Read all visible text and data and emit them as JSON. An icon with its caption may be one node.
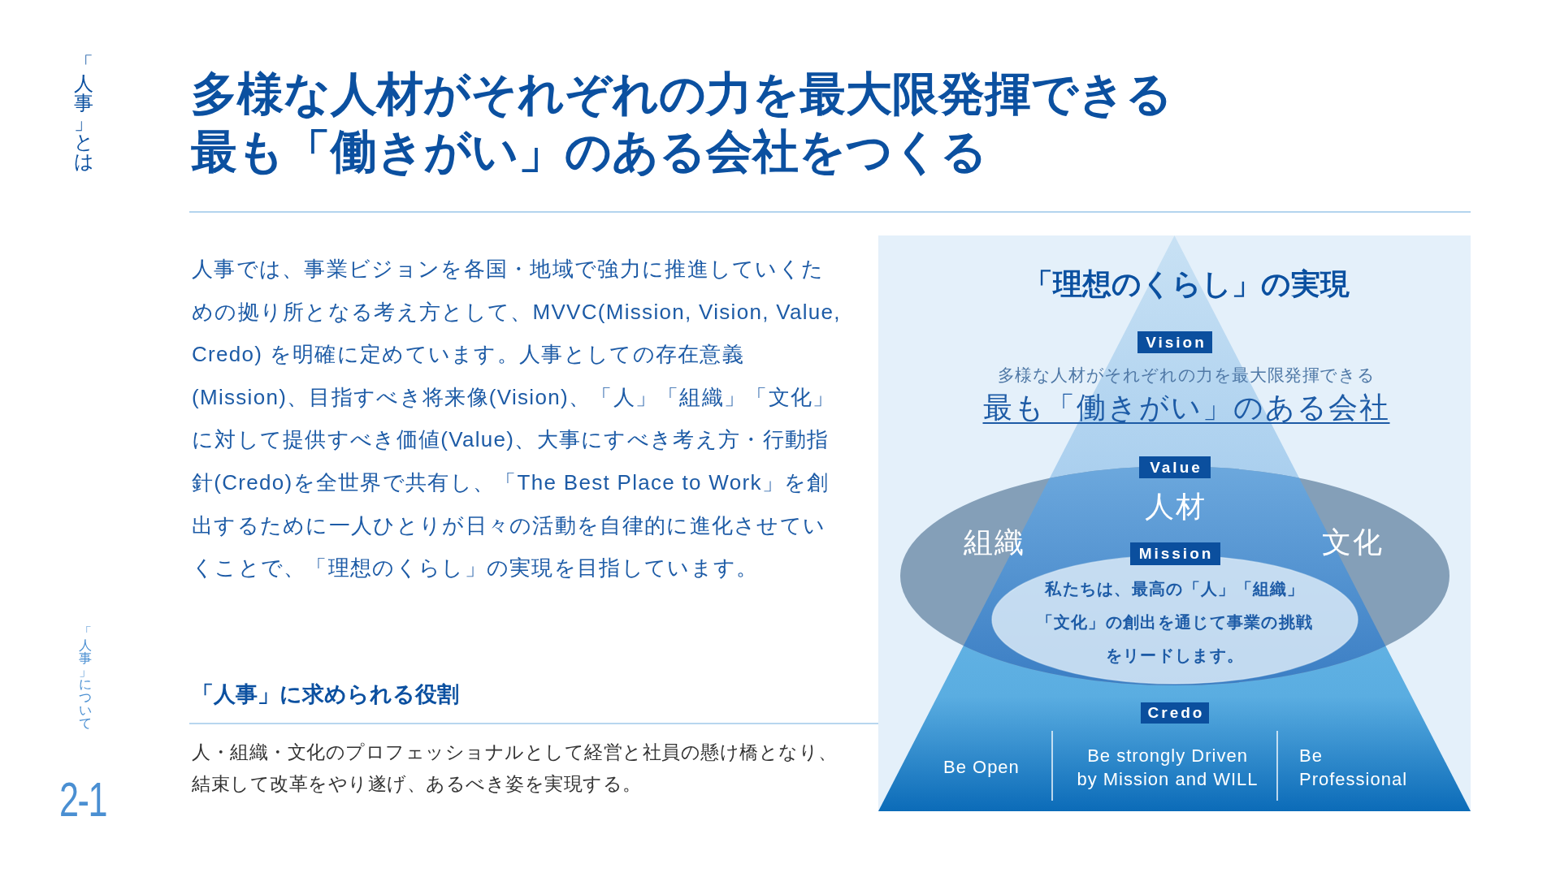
{
  "diagram": {
    "title": "多様な人材がそれぞれの力を最大限発揮できる最も「働きがい」のある会社をつくる",
    "nodes": [
      {
        "text": [
          "Be Open",
          "Be strongly Driven by Mission and WILL",
          "Be Professional"
        ]
      },
      {
        "text": [
          "Vision"
        ],
        "in": 0,
        "beside": [
          "多様な人材がそれぞれの力を最大限発揮できる",
          "最も「働きがい」のある会社"
        ]
      },
      {
        "text": [
          "Value"
        ],
        "in": 0
      },
      {
        "text": [
          "人材",
          "組織",
          "文化"
        ],
        "in": 0
      },
      {
        "text": [
          "Mission"
        ],
        "in": 3
      },
      {
        "text": [
          "私たちは、最高の「人」「組織」「文化」の創出を通じて事業の挑戦をリードします。"
        ],
        "in": 3
      },
      {
        "text": [
          "Credo"
        ],
        "in": 0
      }
    ],
    "labels": [
      "「人事」とは",
      "人事では、事業ビジョンを各国・地域で強力に推進していくための拠り所となる考え方として、MVVC(Mission, Vision, Value, Credo) を明確に定めています。人事としての存在意義(Mission)、目指すべき将来像(Vision)、「人」「組織」「文化」に対して提供すべき価値(Value)、大事にすべき考え方・行動指針(Credo)を全世界で共有し、「The Best Place to Work」を創出するために一人ひとりが日々の活動を自律的に進化させていくことで、「理想のくらし」の実現を目指しています。",
      "「理想のくらし」の実現",
      "「人事」に求められる役割",
      "人・組織・文化のプロフェッショナルとして経営と社員の懸け橋となり、結束して改革をやり遂げ、あるべき姿を実現する。",
      "「人事」について",
      "2-1"
    ]
  }
}
